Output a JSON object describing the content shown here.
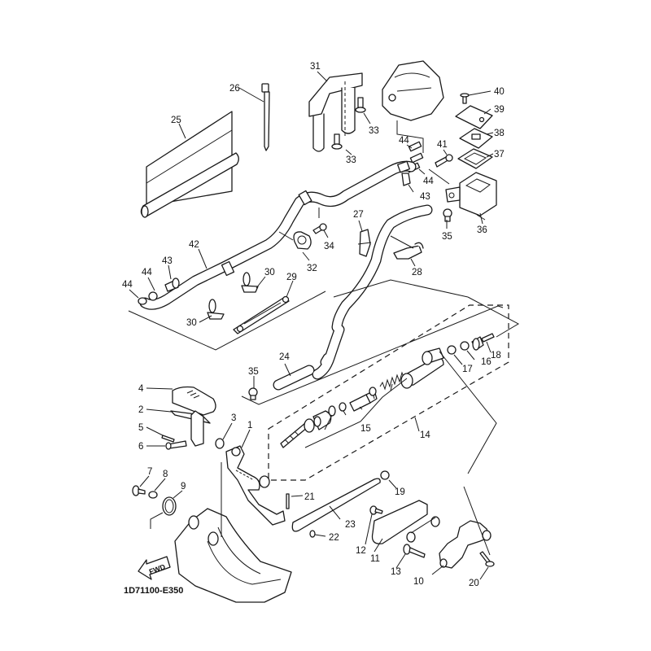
{
  "diagram": {
    "title": "Exploded parts diagram – foot pedal / master cylinder assembly",
    "code": "1D71100-E350",
    "fwd_label": "FWD",
    "colors": {
      "line": "#1a1a1a",
      "background": "#ffffff"
    },
    "part_labels": [
      {
        "id": "1",
        "text": "1"
      },
      {
        "id": "2",
        "text": "2"
      },
      {
        "id": "3",
        "text": "3"
      },
      {
        "id": "4",
        "text": "4"
      },
      {
        "id": "5",
        "text": "5"
      },
      {
        "id": "6",
        "text": "6"
      },
      {
        "id": "7",
        "text": "7"
      },
      {
        "id": "8",
        "text": "8"
      },
      {
        "id": "9",
        "text": "9"
      },
      {
        "id": "10",
        "text": "10"
      },
      {
        "id": "11",
        "text": "11"
      },
      {
        "id": "12",
        "text": "12"
      },
      {
        "id": "13",
        "text": "13"
      },
      {
        "id": "14",
        "text": "14"
      },
      {
        "id": "15",
        "text": "15"
      },
      {
        "id": "16",
        "text": "16"
      },
      {
        "id": "17",
        "text": "17"
      },
      {
        "id": "18",
        "text": "18"
      },
      {
        "id": "19",
        "text": "19"
      },
      {
        "id": "20",
        "text": "20"
      },
      {
        "id": "21",
        "text": "21"
      },
      {
        "id": "22",
        "text": "22"
      },
      {
        "id": "23",
        "text": "23"
      },
      {
        "id": "24",
        "text": "24"
      },
      {
        "id": "25",
        "text": "25"
      },
      {
        "id": "26",
        "text": "26"
      },
      {
        "id": "27",
        "text": "27"
      },
      {
        "id": "28",
        "text": "28"
      },
      {
        "id": "29",
        "text": "29"
      },
      {
        "id": "30a",
        "text": "30"
      },
      {
        "id": "30b",
        "text": "30"
      },
      {
        "id": "31",
        "text": "31"
      },
      {
        "id": "32",
        "text": "32"
      },
      {
        "id": "33a",
        "text": "33"
      },
      {
        "id": "33b",
        "text": "33"
      },
      {
        "id": "34",
        "text": "34"
      },
      {
        "id": "35a",
        "text": "35"
      },
      {
        "id": "35b",
        "text": "35"
      },
      {
        "id": "36",
        "text": "36"
      },
      {
        "id": "37",
        "text": "37"
      },
      {
        "id": "38",
        "text": "38"
      },
      {
        "id": "39",
        "text": "39"
      },
      {
        "id": "40",
        "text": "40"
      },
      {
        "id": "41",
        "text": "41"
      },
      {
        "id": "42",
        "text": "42"
      },
      {
        "id": "43a",
        "text": "43"
      },
      {
        "id": "43b",
        "text": "43"
      },
      {
        "id": "44a",
        "text": "44"
      },
      {
        "id": "44b",
        "text": "44"
      },
      {
        "id": "44c",
        "text": "44"
      },
      {
        "id": "44d",
        "text": "44"
      }
    ]
  }
}
